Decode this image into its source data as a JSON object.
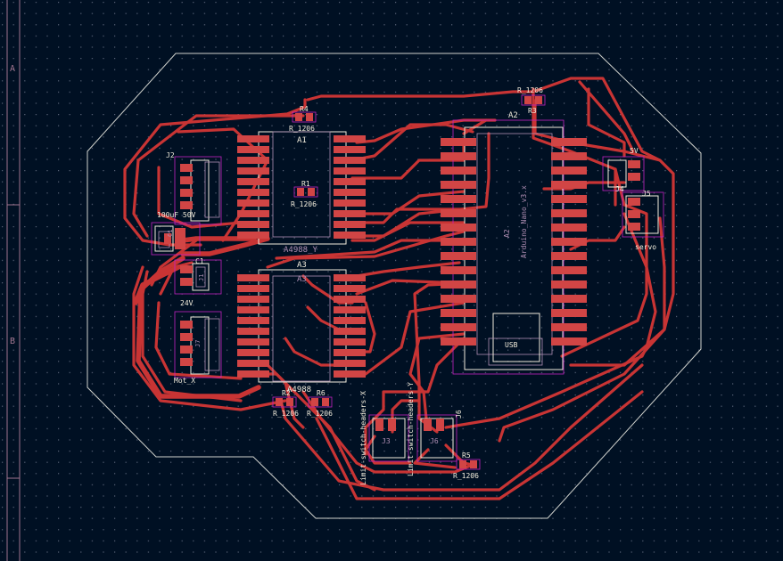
{
  "frame": {
    "row_a": "A",
    "row_b": "B"
  },
  "footprints": {
    "a1": {
      "ref": "A1",
      "value": "A4988_Y"
    },
    "a3": {
      "ref": "A3",
      "value": "A4988"
    },
    "a2": {
      "ref": "A2",
      "value": "Arduino_Nano_v3.x",
      "usb": "USB"
    },
    "r_top_left": {
      "ref": "R4",
      "value": "R_1206"
    },
    "r_mid_left": {
      "ref": "R1",
      "value": "R_1206"
    },
    "r_top_right": {
      "ref": "R3",
      "value": "R_1206"
    },
    "r_bottom_1": {
      "ref": "R2",
      "value": "R_1206"
    },
    "r_bottom_2": {
      "ref": "R6",
      "value": "R_1206"
    },
    "r_bottom_3": {
      "ref": "R5",
      "value": "R_1206"
    },
    "j2": {
      "ref": "J2"
    },
    "j1": {
      "ref": "J1"
    },
    "j7": {
      "ref": "J7",
      "value": "Mot_X"
    },
    "c1": {
      "ref": "C1",
      "value": "100uF 50V"
    },
    "cap_label": {
      "ref": "C1"
    },
    "v24": {
      "value": "24V"
    },
    "v5": {
      "value": "5V"
    },
    "j4": {
      "ref": "J4"
    },
    "j5": {
      "ref": "J5",
      "value": "servo"
    },
    "j3": {
      "ref": "J3",
      "value": "Limit-switch-headers-X"
    },
    "j6": {
      "ref": "J6",
      "value": "Limit-switch-headers-Y"
    }
  },
  "colors": {
    "background": "#001023",
    "grid": "#5a6478",
    "copper": "#c83434",
    "pad": "#d14545",
    "silkscreen": "#f2eddc",
    "fab": "#b08fb4",
    "outline": "#d0d2cd",
    "courtyard": "#c222c2",
    "frame": "#a1758f"
  }
}
